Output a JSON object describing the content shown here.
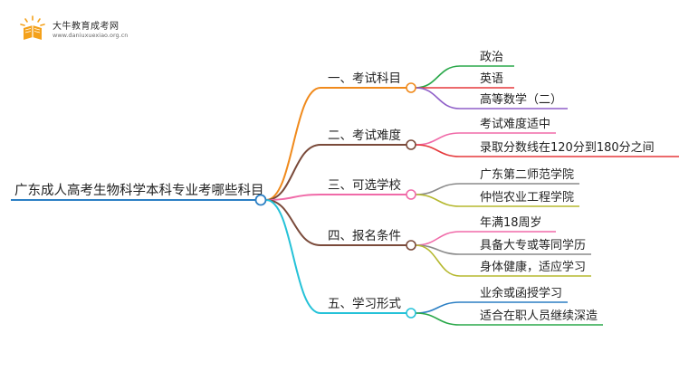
{
  "logo": {
    "title": "大牛教育成考网",
    "url": "www.daniuxuexiao.org.cn"
  },
  "root": "广东成人高考生物科学本科专业考哪些科目",
  "branches": [
    {
      "label": "一、考试科目",
      "color": "#f08a1c",
      "children": [
        {
          "label": "政治",
          "color": "#2aa84a"
        },
        {
          "label": "英语",
          "color": "#e5383b"
        },
        {
          "label": "高等数学（二）",
          "color": "#8f5fc8"
        }
      ]
    },
    {
      "label": "二、考试难度",
      "color": "#7a4a3a",
      "children": [
        {
          "label": "考试难度适中",
          "color": "#f06aa8"
        },
        {
          "label": "录取分数线在120分到180分之间",
          "color": "#e5383b"
        }
      ]
    },
    {
      "label": "三、可选学校",
      "color": "#f06aa8",
      "children": [
        {
          "label": "广东第二师范学院",
          "color": "#8a8a8a"
        },
        {
          "label": "仲恺农业工程学院",
          "color": "#b5b82e"
        }
      ]
    },
    {
      "label": "四、报名条件",
      "color": "#7a4a3a",
      "children": [
        {
          "label": "年满18周岁",
          "color": "#f06aa8"
        },
        {
          "label": "具备大专或等同学历",
          "color": "#8a8a8a"
        },
        {
          "label": "身体健康，适应学习",
          "color": "#b5b82e"
        }
      ]
    },
    {
      "label": "五、学习形式",
      "color": "#25c2d8",
      "children": [
        {
          "label": "业余或函授学习",
          "color": "#2b7fc4"
        },
        {
          "label": "适合在职人员继续深造",
          "color": "#2aa84a"
        }
      ]
    }
  ],
  "root_color": "#2b7fc4"
}
